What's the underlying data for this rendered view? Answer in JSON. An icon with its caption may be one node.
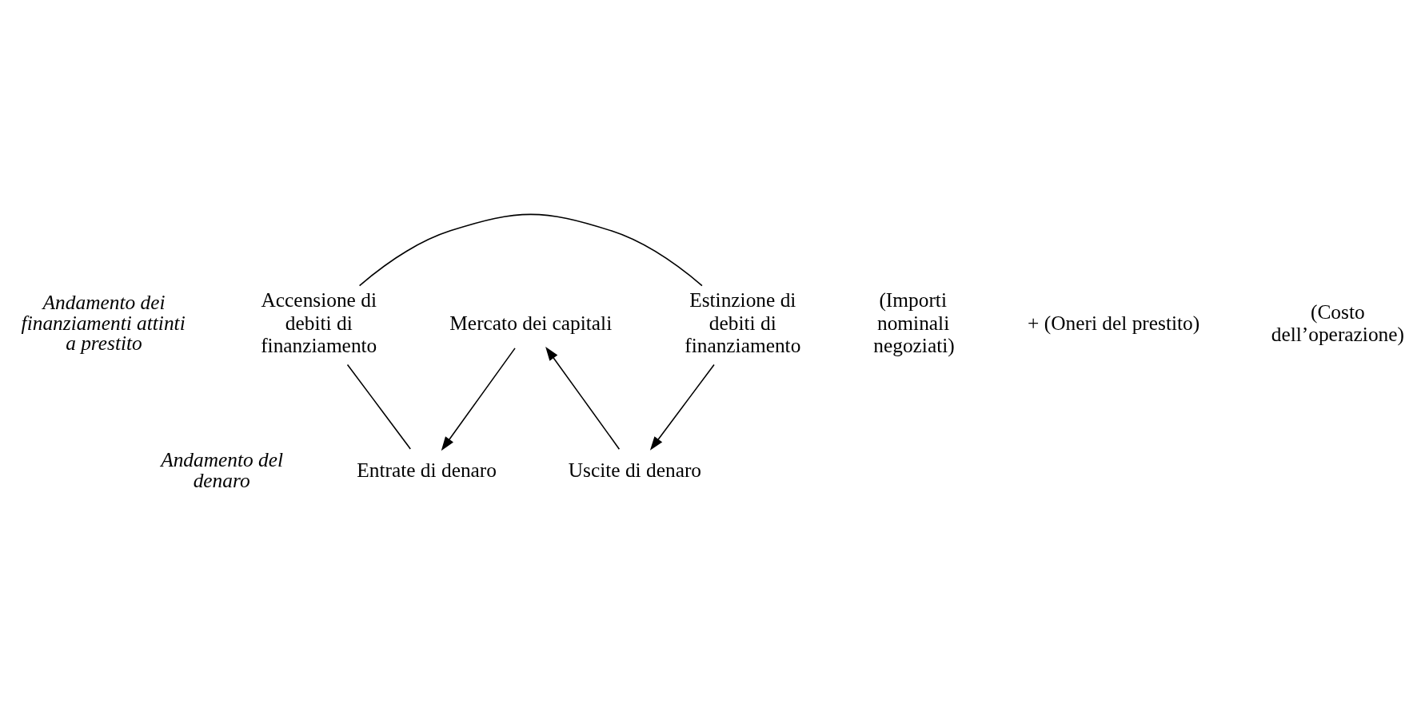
{
  "diagram": {
    "nodes": [
      {
        "text": [
          "Mercato dei capitali"
        ]
      },
      {
        "text": [
          "Entrate di denaro"
        ]
      },
      {
        "text": [
          "Uscite di denaro"
        ]
      },
      {
        "text": [
          "Accensione di debiti di finanziamento"
        ]
      },
      {
        "text": [
          "Estinzione di debiti di finanziamento"
        ]
      }
    ],
    "edges": [
      {
        "from": 0,
        "to": 1,
        "arrow": "to"
      },
      {
        "from": 2,
        "to": 0,
        "arrow": "to"
      },
      {
        "from": 3,
        "to": 1,
        "arrow": "none"
      },
      {
        "from": 4,
        "to": 2,
        "arrow": "to"
      },
      {
        "from": 3,
        "to": 4,
        "arrow": "none"
      }
    ],
    "labels": [
      "Andamento del denaro",
      "Andamento dei finanziamenti attinti a prestito",
      "(Importi nominali negoziati)",
      "+ (Oneri del prestito)",
      "(Costo dell’operazione)"
    ]
  }
}
